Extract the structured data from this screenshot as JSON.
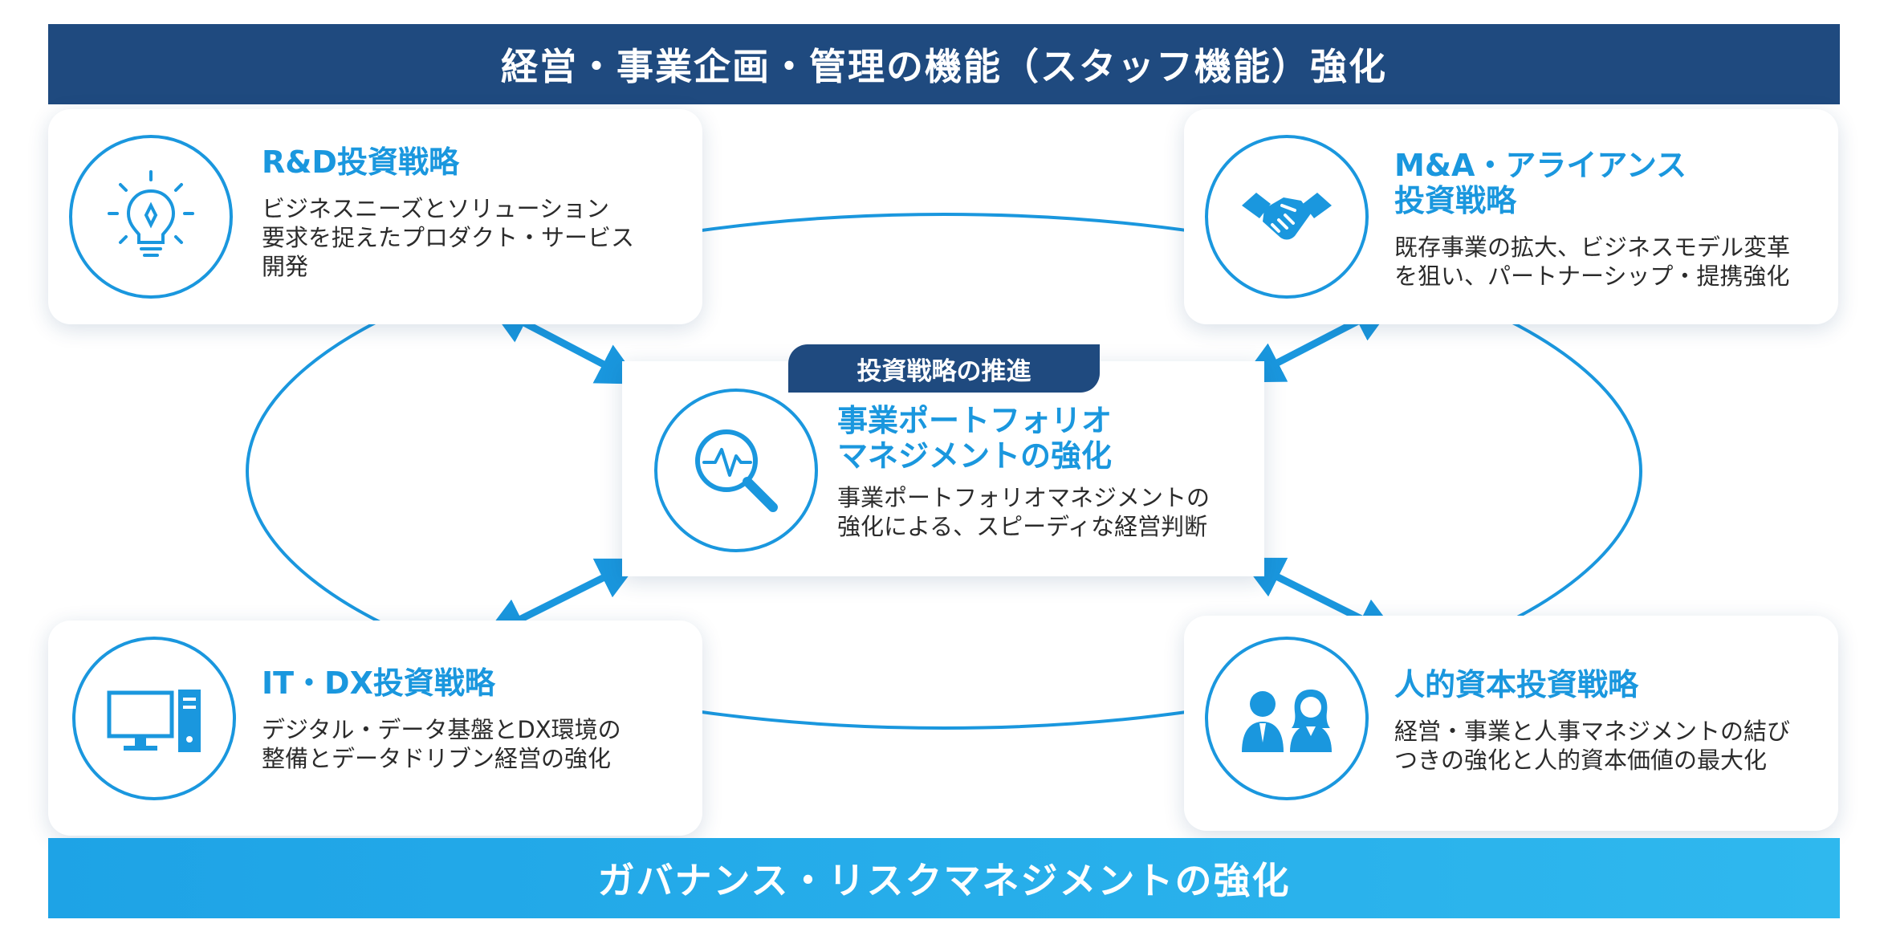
{
  "top_banner": "経営・事業企画・管理の機能（スタッフ機能）強化",
  "bottom_banner": "ガバナンス・リスクマネジメントの強化",
  "accent_color": "#1a97de",
  "navy_color": "#1f4a7f",
  "center": {
    "tag": "投資戦略の推進",
    "title": "事業ポートフォリオ\nマネジメントの強化",
    "description": "事業ポートフォリオマネジメントの\n強化による、スピーディな経営判断",
    "icon": "magnifier-pulse-icon"
  },
  "cards": {
    "rd": {
      "title": "R&D投資戦略",
      "description": "ビジネスニーズとソリューション\n要求を捉えたプロダクト・サービス\n開発",
      "icon": "lightbulb-icon"
    },
    "ma": {
      "title": "M&A・アライアンス\n投資戦略",
      "description": "既存事業の拡大、ビジネスモデル変革\nを狙い、パートナーシップ・提携強化",
      "icon": "handshake-icon"
    },
    "it": {
      "title": "IT・DX投資戦略",
      "description": "デジタル・データ基盤とDX環境の\n整備とデータドリブン経営の強化",
      "icon": "computer-icon"
    },
    "hr": {
      "title": "人的資本投資戦略",
      "description": "経営・事業と人事マネジメントの結び\nつきの強化と人的資本価値の最大化",
      "icon": "people-icon"
    }
  }
}
